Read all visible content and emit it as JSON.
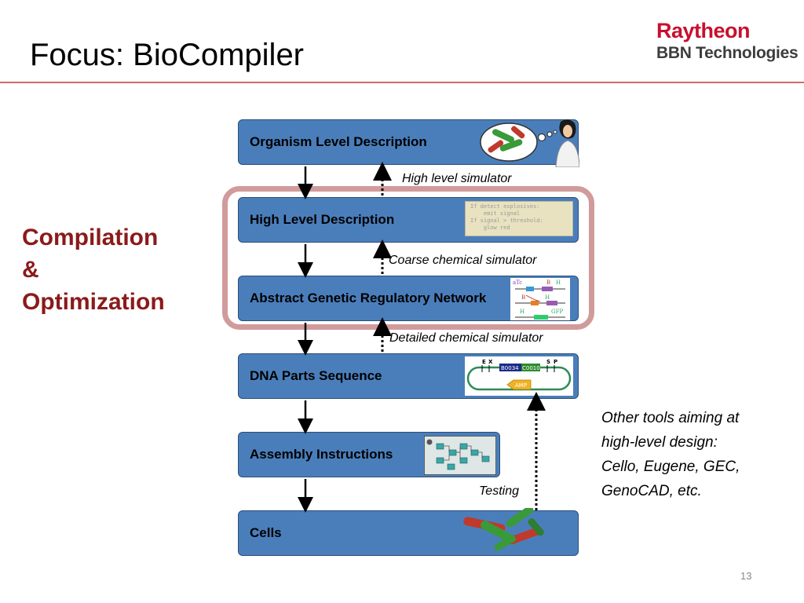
{
  "header": {
    "title": "Focus: BioCompiler",
    "logo_line1": "Raytheon",
    "logo_line2": "BBN Technologies"
  },
  "side_label": {
    "lines": [
      "Compilation",
      "&",
      "Optimization"
    ]
  },
  "stages": [
    {
      "label": "Organism Level Description"
    },
    {
      "label": "High Level Description"
    },
    {
      "label": "Abstract Genetic Regulatory Network"
    },
    {
      "label": "DNA Parts Sequence"
    },
    {
      "label": "Assembly Instructions"
    },
    {
      "label": "Cells"
    }
  ],
  "simulators": [
    {
      "label": "High level simulator"
    },
    {
      "label": "Coarse chemical simulator"
    },
    {
      "label": "Detailed chemical simulator"
    },
    {
      "label": "Testing"
    }
  ],
  "code_snippet": "If detect explosives:\n    emit signal\nIf signal > threshold:\n    glow red",
  "grn_labels": {
    "atc": "aTc",
    "b1": "B",
    "h1": "H",
    "b2": "B",
    "h2": "H",
    "h3": "H",
    "gfp": "GFP"
  },
  "dna_parts": {
    "e": "E",
    "x": "X",
    "s": "S",
    "p": "P",
    "part1": "B0034",
    "part2": "C0010",
    "amp": "AMP"
  },
  "other_tools": {
    "lines": [
      "Other tools aiming at",
      "high-level design:",
      "Cello, Eugene, GEC,",
      "GenoCAD, etc."
    ]
  },
  "page_number": "13",
  "colors": {
    "stage_fill": "#4a7ebb",
    "highlight": "#c98a8a",
    "side_text": "#8b1a1a",
    "brand_red": "#c8102e"
  }
}
